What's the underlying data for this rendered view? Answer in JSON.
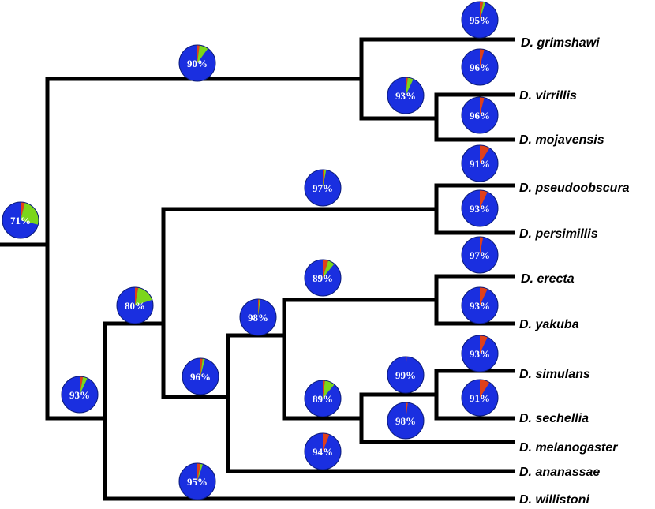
{
  "colors": {
    "branch": "#000000",
    "pie_blue": "#1a2fe0",
    "pie_red": "#e0401a",
    "pie_green": "#7bd61a",
    "pie_edge": "#0a1a7a"
  },
  "species": [
    {
      "id": "grimshawi",
      "label": "D. grimshawi"
    },
    {
      "id": "virrillis",
      "label": "D. virrillis"
    },
    {
      "id": "mojavensis",
      "label": "D. mojavensis"
    },
    {
      "id": "pseudoobscura",
      "label": "D. pseudoobscura"
    },
    {
      "id": "persimillis",
      "label": "D. persimillis"
    },
    {
      "id": "erecta",
      "label": "D. erecta"
    },
    {
      "id": "yakuba",
      "label": "D. yakuba"
    },
    {
      "id": "simulans",
      "label": "D. simulans"
    },
    {
      "id": "sechellia",
      "label": "D. sechellia"
    },
    {
      "id": "melanogaster",
      "label": "D. melanogaster"
    },
    {
      "id": "ananassae",
      "label": "D. ananassae"
    },
    {
      "id": "willistoni",
      "label": "D. willistoni"
    }
  ],
  "pies": [
    {
      "id": "root",
      "label": "71%",
      "blue": 71,
      "red": 4,
      "green": 25
    },
    {
      "id": "drosophila-subgenus",
      "label": "90%",
      "blue": 90,
      "red": 2,
      "green": 8
    },
    {
      "id": "grimshawi",
      "label": "95%",
      "blue": 95,
      "red": 3,
      "green": 2
    },
    {
      "id": "virilis-mojavensis",
      "label": "93%",
      "blue": 93,
      "red": 2,
      "green": 5
    },
    {
      "id": "virrillis",
      "label": "96%",
      "blue": 96,
      "red": 4,
      "green": 0
    },
    {
      "id": "mojavensis",
      "label": "96%",
      "blue": 96,
      "red": 4,
      "green": 0
    },
    {
      "id": "sophophora",
      "label": "93%",
      "blue": 93,
      "red": 3,
      "green": 4
    },
    {
      "id": "melanogaster-obscura",
      "label": "80%",
      "blue": 80,
      "red": 3,
      "green": 17
    },
    {
      "id": "obscura-group",
      "label": "97%",
      "blue": 97,
      "red": 1,
      "green": 2
    },
    {
      "id": "pseudoobscura",
      "label": "91%",
      "blue": 91,
      "red": 9,
      "green": 0
    },
    {
      "id": "persimillis",
      "label": "93%",
      "blue": 93,
      "red": 7,
      "green": 0
    },
    {
      "id": "melanogaster-group",
      "label": "96%",
      "blue": 96,
      "red": 2,
      "green": 2
    },
    {
      "id": "melanogaster-subgroup",
      "label": "98%",
      "blue": 98,
      "red": 1,
      "green": 1
    },
    {
      "id": "erecta-yakuba",
      "label": "89%",
      "blue": 89,
      "red": 5,
      "green": 6
    },
    {
      "id": "erecta",
      "label": "97%",
      "blue": 97,
      "red": 3,
      "green": 0
    },
    {
      "id": "yakuba",
      "label": "93%",
      "blue": 93,
      "red": 7,
      "green": 0
    },
    {
      "id": "simulans-complex",
      "label": "89%",
      "blue": 89,
      "red": 2,
      "green": 9
    },
    {
      "id": "simulans-sechellia",
      "label": "99%",
      "blue": 99,
      "red": 1,
      "green": 0
    },
    {
      "id": "simulans",
      "label": "93%",
      "blue": 93,
      "red": 7,
      "green": 0
    },
    {
      "id": "sechellia",
      "label": "91%",
      "blue": 91,
      "red": 9,
      "green": 0
    },
    {
      "id": "melanogaster",
      "label": "98%",
      "blue": 98,
      "red": 2,
      "green": 0
    },
    {
      "id": "ananassae",
      "label": "94%",
      "blue": 94,
      "red": 6,
      "green": 0
    },
    {
      "id": "willistoni",
      "label": "95%",
      "blue": 95,
      "red": 3,
      "green": 2
    }
  ]
}
